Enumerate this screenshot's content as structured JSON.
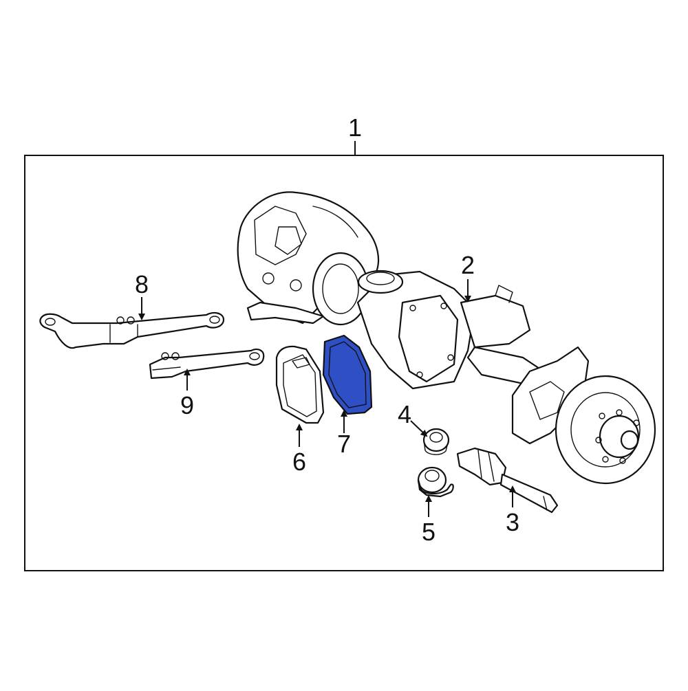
{
  "colors": {
    "line": "#111111",
    "highlight_fill": "#2f4fc4",
    "background": "#ffffff"
  },
  "callouts": [
    {
      "id": "1",
      "label": "1"
    },
    {
      "id": "2",
      "label": "2"
    },
    {
      "id": "3",
      "label": "3"
    },
    {
      "id": "4",
      "label": "4"
    },
    {
      "id": "5",
      "label": "5"
    },
    {
      "id": "6",
      "label": "6"
    },
    {
      "id": "7",
      "label": "7",
      "highlighted": true
    },
    {
      "id": "8",
      "label": "8"
    },
    {
      "id": "9",
      "label": "9"
    }
  ]
}
